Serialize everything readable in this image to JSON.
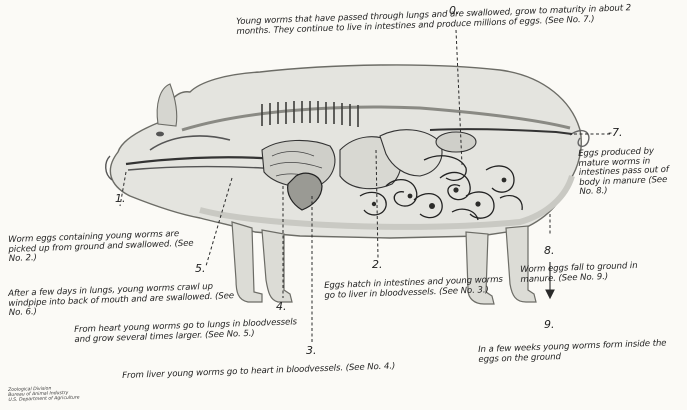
{
  "labels": {
    "top_note": "Young worms that have passed through lungs and are swallowed, grow to maturity in about 2 months. They continue to live in intestines and produce millions of eggs. (See No. 7.)",
    "n0": "0.",
    "n1": "1.",
    "n2": "2.",
    "n3": "3.",
    "n4": "4.",
    "n5": "5.",
    "n7": "-7.",
    "n8": "8.",
    "n9": "9.",
    "note_1": "Worm eggs containing young worms are picked up from ground and swallowed. (See No. 2.)",
    "note_5": "After a few days in lungs, young worms crawl up windpipe into back of mouth and are swallowed. (See No. 6.)",
    "note_4": "From heart young worms go to lungs in bloodvessels and grow several times larger. (See No. 5.)",
    "note_3": "From liver young worms go to heart in bloodvessels. (See No. 4.)",
    "note_2": "Eggs hatch in intestines and young worms go to liver in bloodvessels. (See No. 3.)",
    "note_7": "Eggs produced by mature worms in intestines pass out of body in manure (See No. 8.)",
    "note_8": "Worm eggs fall to ground in manure. (See No. 9.)",
    "note_9": "In a few weeks young worms form inside the eggs on the ground"
  },
  "credit": {
    "line1": "Zoological Division",
    "line2": "Bureau of Animal Industry",
    "line3": "U.S. Department of Agriculture"
  }
}
